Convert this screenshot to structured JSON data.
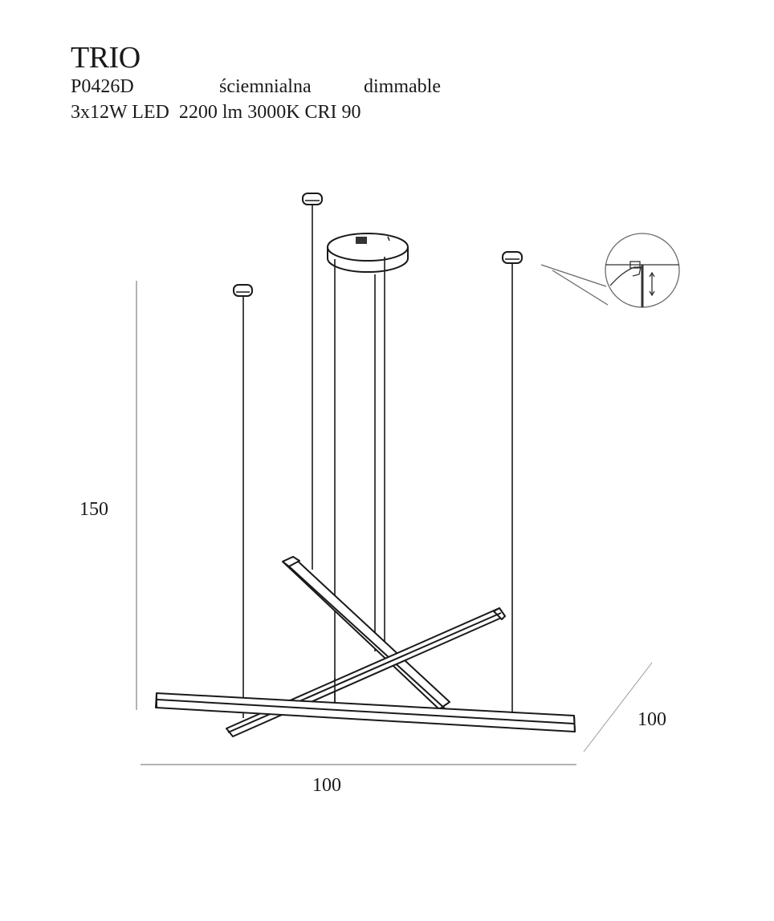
{
  "product": {
    "name": "TRIO",
    "model": "P0426D",
    "type": "ściemnialna",
    "feature": "dimmable",
    "specs": "3x12W LED  2200 lm 3000K CRI 90"
  },
  "dimensions": {
    "height": "150",
    "width": "100",
    "depth": "100"
  },
  "drawing": {
    "components": [
      "ceiling-canopy",
      "three-ceiling-anchors",
      "suspension-wires",
      "three-linear-led-bars",
      "height-adjust-detail"
    ],
    "line_color": "#1a1a1a",
    "dimension_line_color": "#9a9a9a"
  }
}
